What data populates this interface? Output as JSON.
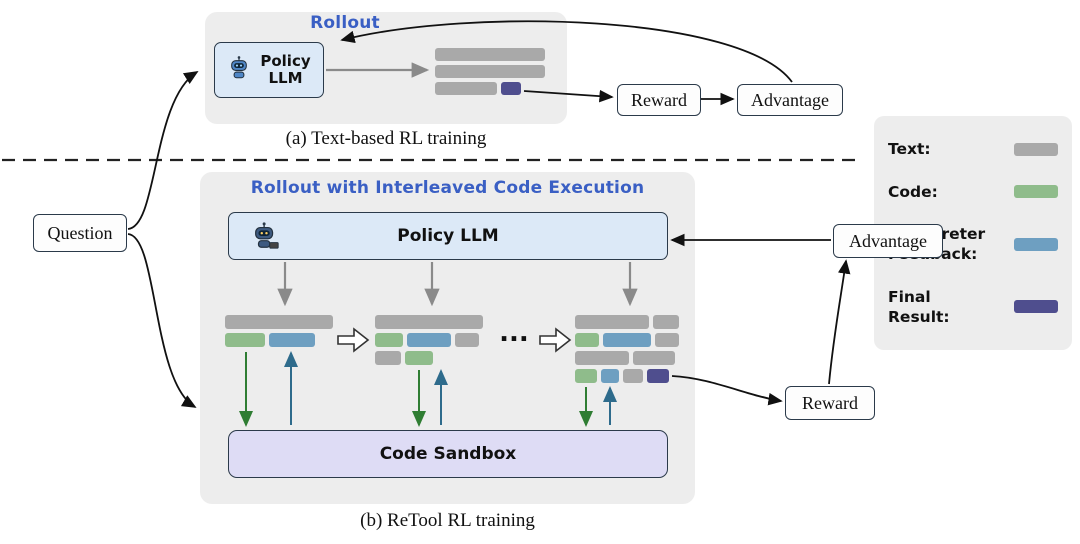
{
  "question": {
    "label": "Question"
  },
  "panel_a": {
    "title": "Rollout",
    "policy_label": "Policy LLM",
    "reward_label": "Reward",
    "advantage_label": "Advantage",
    "caption": "(a) Text-based RL training",
    "rollout_rows": [
      [
        {
          "t": "text",
          "w": 110
        }
      ],
      [
        {
          "t": "text",
          "w": 110
        }
      ],
      [
        {
          "t": "text",
          "w": 62
        },
        {
          "t": "final",
          "w": 20
        }
      ]
    ]
  },
  "panel_b": {
    "title": "Rollout with Interleaved Code Execution",
    "policy_label": "Policy LLM",
    "sandbox_label": "Code Sandbox",
    "reward_label": "Reward",
    "advantage_label": "Advantage",
    "caption": "(b) ReTool RL training",
    "ellipsis": "...",
    "groups": {
      "g1": [
        [
          {
            "t": "text",
            "w": 108
          }
        ],
        [
          {
            "t": "code",
            "w": 40
          },
          {
            "t": "feedback",
            "w": 46
          }
        ]
      ],
      "g2": [
        [
          {
            "t": "text",
            "w": 108
          }
        ],
        [
          {
            "t": "code",
            "w": 28
          },
          {
            "t": "feedback",
            "w": 44
          },
          {
            "t": "text",
            "w": 24
          }
        ],
        [
          {
            "t": "text",
            "w": 26
          },
          {
            "t": "code",
            "w": 28
          }
        ]
      ],
      "g3": [
        [
          {
            "t": "text",
            "w": 74
          },
          {
            "t": "text",
            "w": 26
          }
        ],
        [
          {
            "t": "code",
            "w": 24
          },
          {
            "t": "feedback",
            "w": 48
          },
          {
            "t": "text",
            "w": 24
          }
        ],
        [
          {
            "t": "text",
            "w": 54
          },
          {
            "t": "text",
            "w": 42
          }
        ],
        [
          {
            "t": "code",
            "w": 22
          },
          {
            "t": "feedback",
            "w": 18
          },
          {
            "t": "text",
            "w": 20
          },
          {
            "t": "final",
            "w": 22
          }
        ]
      ]
    }
  },
  "legend": {
    "items": [
      {
        "label": "Text:",
        "type": "text"
      },
      {
        "label": "Code:",
        "type": "code"
      },
      {
        "label": "Interpreter Feedback:",
        "type": "feedback"
      },
      {
        "label": "Final Result:",
        "type": "final"
      }
    ]
  },
  "colors": {
    "text": "#a9a9a9",
    "code": "#8fbc8b",
    "feedback": "#6e9fc1",
    "final": "#4f4e8e"
  }
}
